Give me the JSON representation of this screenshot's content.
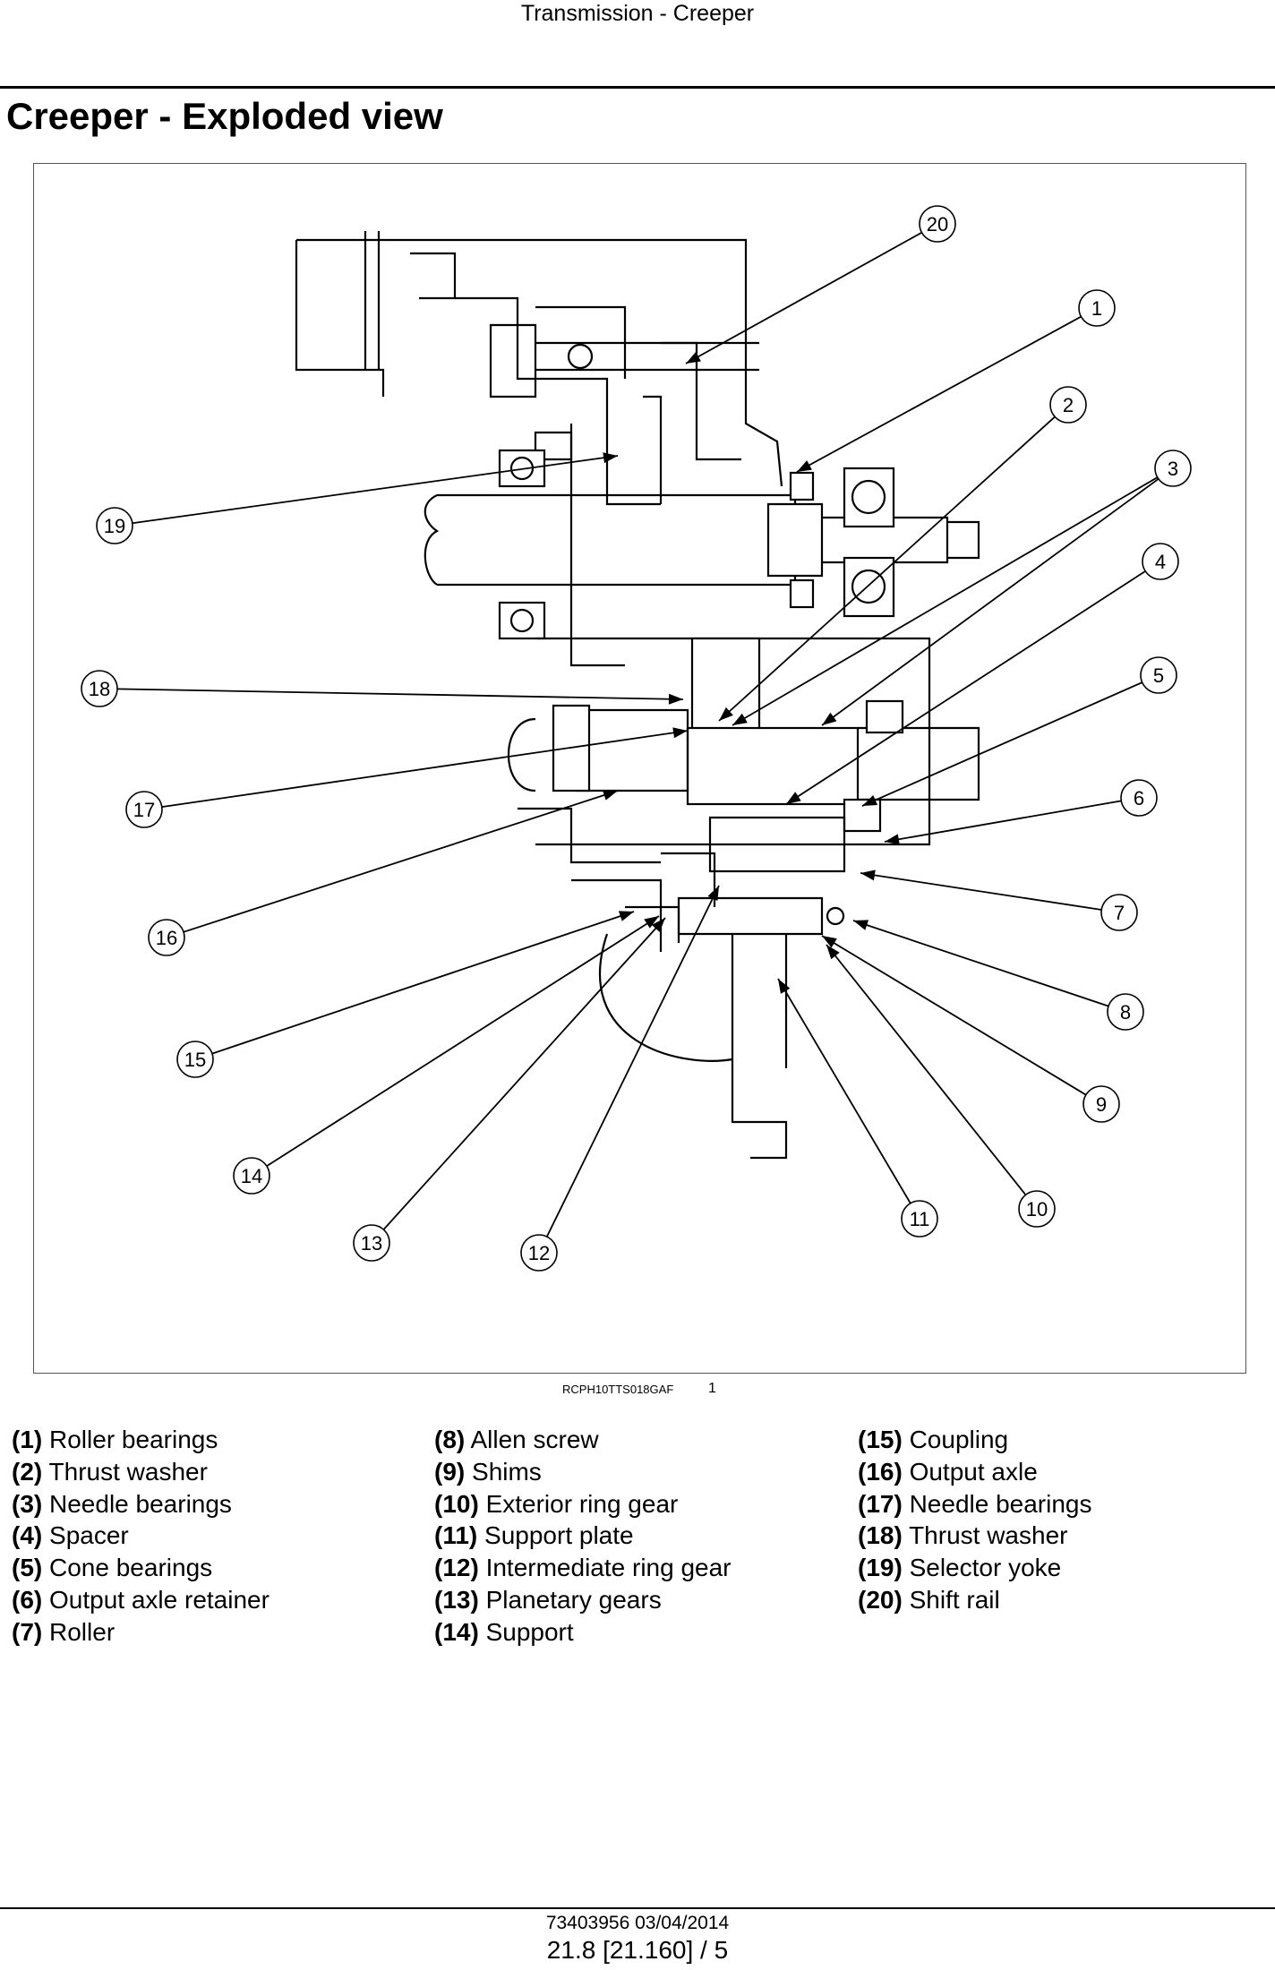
{
  "header": {
    "title": "Transmission - Creeper"
  },
  "section": {
    "title": "Creeper - Exploded view"
  },
  "figure": {
    "code": "RCPH10TTS018GAF",
    "number": "1",
    "callouts": [
      "1",
      "2",
      "3",
      "4",
      "5",
      "6",
      "7",
      "8",
      "9",
      "10",
      "11",
      "12",
      "13",
      "14",
      "15",
      "16",
      "17",
      "18",
      "19",
      "20"
    ]
  },
  "legend": [
    {
      "num": "(1)",
      "label": "Roller bearings"
    },
    {
      "num": "(2)",
      "label": "Thrust washer"
    },
    {
      "num": "(3)",
      "label": "Needle bearings"
    },
    {
      "num": "(4)",
      "label": "Spacer"
    },
    {
      "num": "(5)",
      "label": "Cone bearings"
    },
    {
      "num": "(6)",
      "label": "Output axle retainer"
    },
    {
      "num": "(7)",
      "label": "Roller"
    },
    {
      "num": "(8)",
      "label": "Allen screw"
    },
    {
      "num": "(9)",
      "label": "Shims"
    },
    {
      "num": "(10)",
      "label": "Exterior ring gear"
    },
    {
      "num": "(11)",
      "label": "Support plate"
    },
    {
      "num": "(12)",
      "label": "Intermediate ring gear"
    },
    {
      "num": "(13)",
      "label": "Planetary gears"
    },
    {
      "num": "(14)",
      "label": "Support"
    },
    {
      "num": "(15)",
      "label": "Coupling"
    },
    {
      "num": "(16)",
      "label": "Output axle"
    },
    {
      "num": "(17)",
      "label": "Needle bearings"
    },
    {
      "num": "(18)",
      "label": "Thrust washer"
    },
    {
      "num": "(19)",
      "label": "Selector yoke"
    },
    {
      "num": "(20)",
      "label": "Shift rail"
    }
  ],
  "footer": {
    "doc_ref": "73403956 03/04/2014",
    "page_ref": "21.8 [21.160] / 5"
  }
}
